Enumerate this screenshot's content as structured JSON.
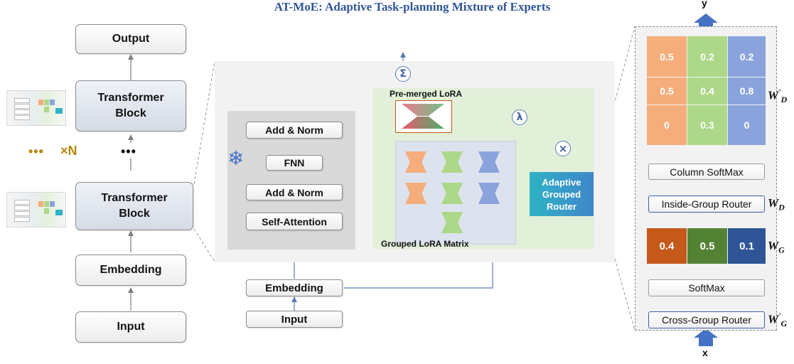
{
  "title": "AT-MoE: Adaptive Task-planning Mixture of Experts",
  "left": {
    "output": "Output",
    "transformer_block_line1": "Transformer",
    "transformer_block_line2": "Block",
    "ellipsis": "•••",
    "times_n": "×N",
    "embedding": "Embedding",
    "input": "Input"
  },
  "middle": {
    "add_norm": "Add & Norm",
    "fnn": "FNN",
    "self_attention": "Self-Attention",
    "embedding": "Embedding",
    "input": "Input",
    "pre_merged_lora": "Pre-merged LoRA",
    "grouped_lora_matrix": "Grouped LoRA Matrix",
    "router_line1": "Adaptive",
    "router_line2": "Grouped",
    "router_line3": "Router",
    "sum_symbol": "Σ",
    "lambda_symbol": "λ",
    "times_symbol": "⊗",
    "snowflake": "❄"
  },
  "right": {
    "y_label": "y",
    "x_label": "x",
    "matrix_wd": [
      [
        "0.5",
        "0.2",
        "0.2"
      ],
      [
        "0.5",
        "0.4",
        "0.8"
      ],
      [
        "0",
        "0.3",
        "0"
      ]
    ],
    "column_softmax": "Column SoftMax",
    "inside_group_router": "Inside-Group Router",
    "wg_values": [
      "0.4",
      "0.5",
      "0.1"
    ],
    "softmax": "SoftMax",
    "cross_group_router": "Cross-Group Router",
    "w_label": "W",
    "sub_d": "D",
    "sub_g": "G",
    "prime": "'"
  },
  "colors": {
    "orange": "#f6ad7c",
    "green": "#aed889",
    "blue": "#8aa3dc",
    "wg_orange": "#c5591a",
    "wg_green": "#548235",
    "wg_blue": "#2f5597",
    "router_cyan": "#2fb3c6",
    "arrow_blue": "#4472c4"
  }
}
